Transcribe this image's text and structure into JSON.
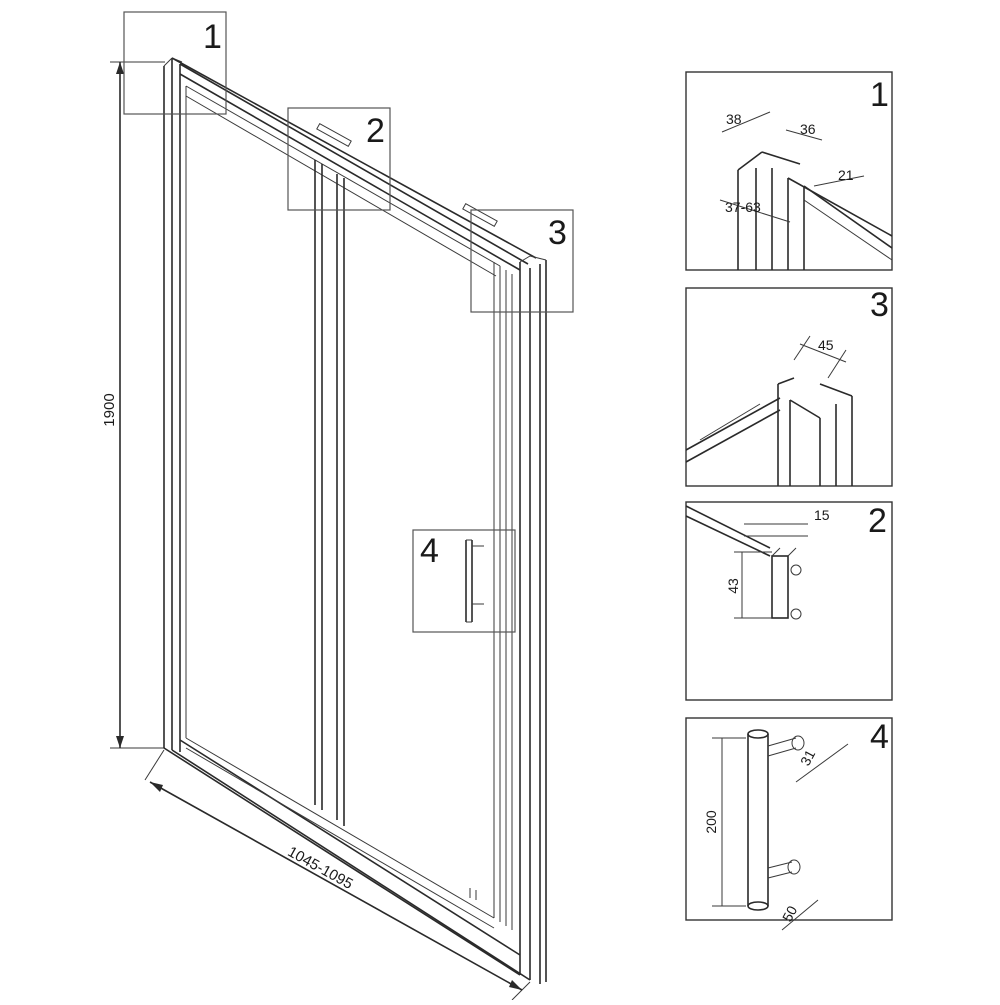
{
  "main_view": {
    "height_label": "1900",
    "width_label": "1045-1095",
    "callouts": [
      "1",
      "2",
      "3",
      "4"
    ]
  },
  "details": [
    {
      "number": "1",
      "dims": [
        "38",
        "36",
        "21",
        "37-63"
      ]
    },
    {
      "number": "3",
      "dims": [
        "45"
      ]
    },
    {
      "number": "2",
      "dims": [
        "15",
        "43"
      ]
    },
    {
      "number": "4",
      "dims": [
        "31",
        "200",
        "50"
      ]
    }
  ],
  "colors": {
    "line": "#2a2a2a",
    "background": "#ffffff"
  }
}
